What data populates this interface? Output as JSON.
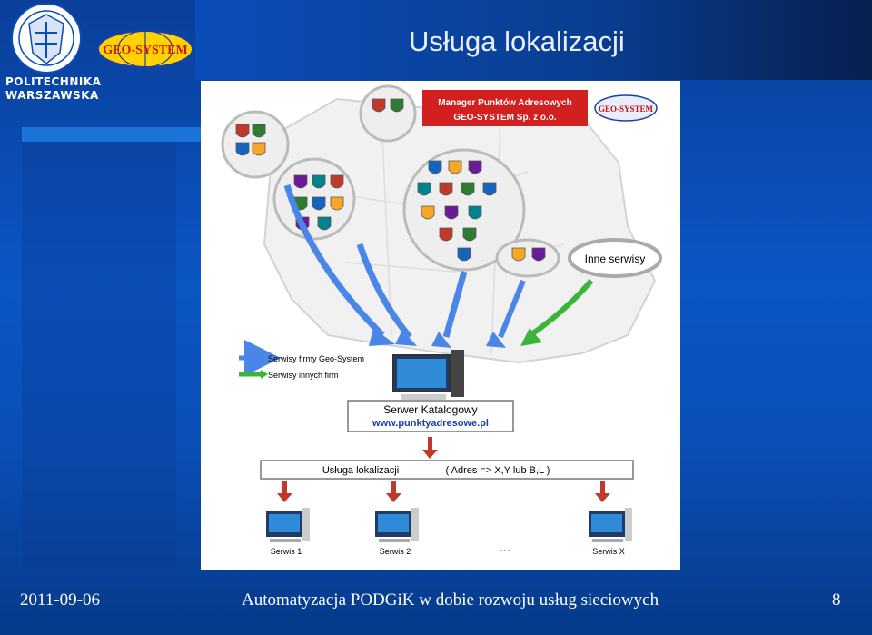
{
  "slide": {
    "title": "Usługa lokalizacji",
    "footer_date": "2011-09-06",
    "footer_center": "Automatyzacja PODGiK w dobie rozwoju usług sieciowych",
    "page_number": "8"
  },
  "logos": {
    "pw_line1": "POLITECHNIKA",
    "pw_line2": "WARSZAWSKA",
    "geosystem": "GEO-SYSTEM"
  },
  "diagram": {
    "manager_line1": "Manager Punktów Adresowych",
    "manager_line2": "GEO-SYSTEM Sp. z o.o.",
    "inner_logo": "GEO-SYSTEM",
    "other_services": "Inne serwisy",
    "legend": [
      "Serwisy firmy Geo-System",
      "Serwisy innych firm"
    ],
    "server_title": "Serwer Katalogowy",
    "server_url": "www.punktyadresowe.pl",
    "service_label": "Usługa lokalizacji",
    "service_formula": "( Adres => X,Y lub B,L )",
    "clients": [
      "Serwis 1",
      "Serwis 2",
      "Serwis X"
    ],
    "ellipsis": "...",
    "colors": {
      "blue_arrow": "#4a86e8",
      "green_arrow": "#3cb43c",
      "red_arrow": "#c0392b"
    }
  }
}
